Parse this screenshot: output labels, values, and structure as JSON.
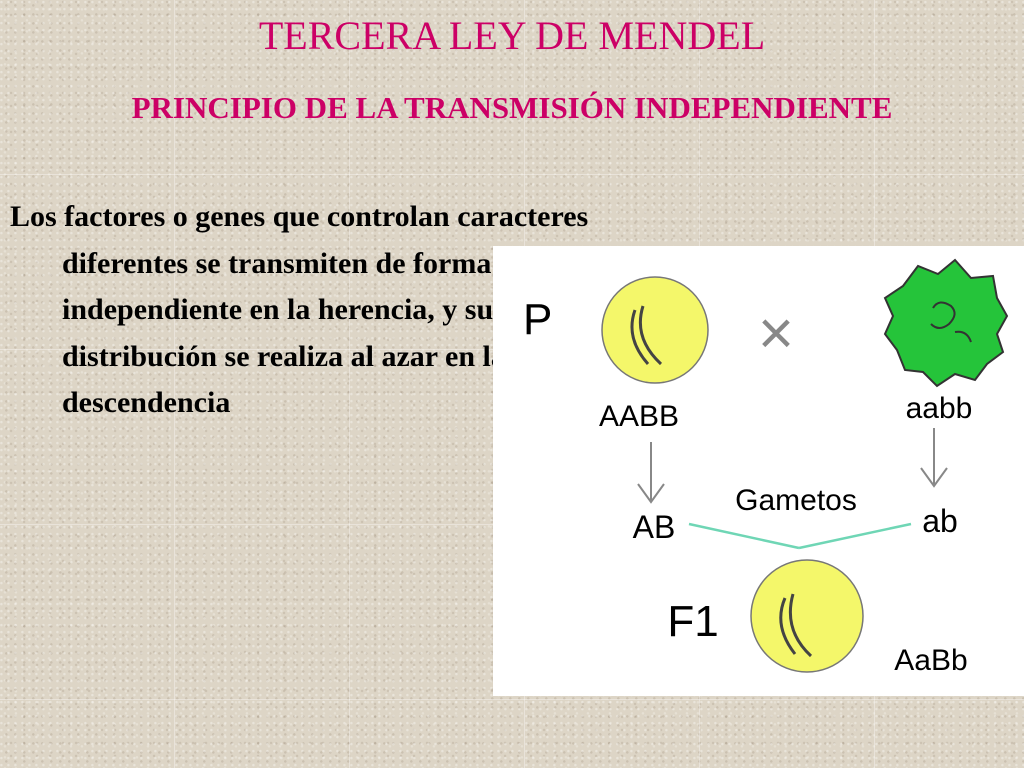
{
  "slide": {
    "title": "TERCERA LEY DE MENDEL",
    "subtitle": "PRINCIPIO DE LA TRANSMISIÓN INDEPENDIENTE",
    "body": "Los factores o genes que controlan caracteres diferentes se transmiten de forma independiente en la herencia, y su distribución se realiza al azar en la descendencia"
  },
  "diagram": {
    "parent_label": "P",
    "cross_symbol": "×",
    "parent1_genotype": "AABB",
    "parent2_genotype": "aabb",
    "gamete1": "AB",
    "gamete2": "ab",
    "gametes_label": "Gametos",
    "f1_label": "F1",
    "f1_genotype": "AaBb",
    "colors": {
      "yellow_seed": "#f4f76a",
      "green_seed": "#25c43a",
      "gamete_line": "#6fd6b5",
      "title": "#cc0066"
    }
  }
}
